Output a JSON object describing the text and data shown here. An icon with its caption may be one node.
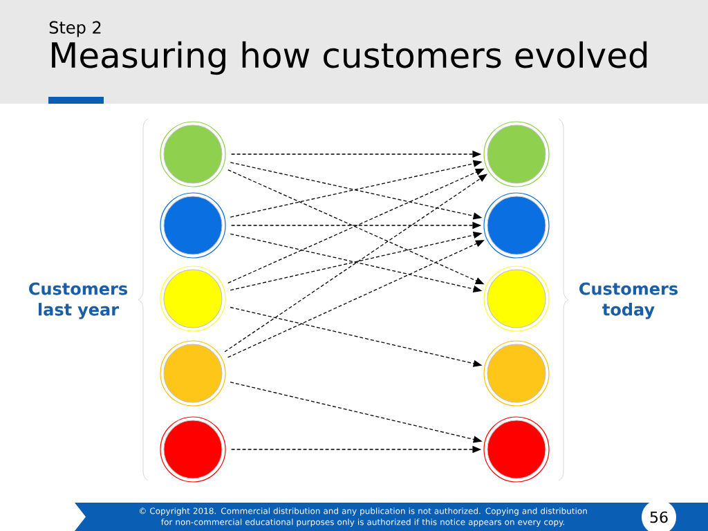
{
  "diagram": {
    "title": "Measuring how customers evolved",
    "nodes": [
      {
        "text": [],
        "shape": "circle"
      },
      {
        "text": [],
        "shape": "circle"
      },
      {
        "text": [],
        "shape": "circle"
      },
      {
        "text": [],
        "shape": "circle"
      },
      {
        "text": [],
        "shape": "circle"
      },
      {
        "text": [],
        "shape": "circle"
      },
      {
        "text": [],
        "shape": "circle"
      },
      {
        "text": [],
        "shape": "circle"
      },
      {
        "text": [],
        "shape": "circle"
      },
      {
        "text": [],
        "shape": "circle"
      }
    ],
    "edges": [
      {
        "from": 0,
        "to": 5,
        "arrow": "to",
        "style": "dashed"
      },
      {
        "from": 0,
        "to": 6,
        "arrow": "to",
        "style": "dashed"
      },
      {
        "from": 0,
        "to": 7,
        "arrow": "to",
        "style": "dashed"
      },
      {
        "from": 1,
        "to": 5,
        "arrow": "to",
        "style": "dashed"
      },
      {
        "from": 1,
        "to": 6,
        "arrow": "to",
        "style": "dashed"
      },
      {
        "from": 1,
        "to": 7,
        "arrow": "to",
        "style": "dashed"
      },
      {
        "from": 2,
        "to": 5,
        "arrow": "to",
        "style": "dashed"
      },
      {
        "from": 2,
        "to": 6,
        "arrow": "to",
        "style": "dashed"
      },
      {
        "from": 2,
        "to": 8,
        "arrow": "to",
        "style": "dashed"
      },
      {
        "from": 3,
        "to": 5,
        "arrow": "to",
        "style": "dashed"
      },
      {
        "from": 3,
        "to": 6,
        "arrow": "to",
        "style": "dashed"
      },
      {
        "from": 3,
        "to": 9,
        "arrow": "to",
        "style": "dashed"
      },
      {
        "from": 4,
        "to": 9,
        "arrow": "to",
        "style": "dashed"
      }
    ],
    "labels": [
      "Step 2",
      "Customers last year",
      "Customers today",
      "© Copyright 2018. Commercial distribution and any publication is not authorized. Copying and distribution for non-commercial educational purposes only is authorized if this notice appears on every copy.",
      "56"
    ]
  }
}
